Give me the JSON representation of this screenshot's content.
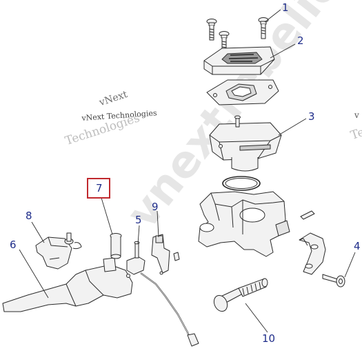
{
  "callouts": {
    "c1": "1",
    "c2": "2",
    "c3": "3",
    "c4": "4",
    "c5": "5",
    "c6": "6",
    "c7": "7",
    "c8": "8",
    "c9": "9",
    "c10": "10"
  },
  "watermark": {
    "line1": "vNext",
    "line2": "vNext Technologies",
    "line3": "Technologies",
    "diagonal": "vnextrebelio",
    "right_top": "v",
    "right_mid": "Te"
  },
  "colors": {
    "callout": "#1f2d8a",
    "highlight": "#c0282d",
    "line": "#2a2a2a",
    "part_fill": "#f2f2f2"
  }
}
